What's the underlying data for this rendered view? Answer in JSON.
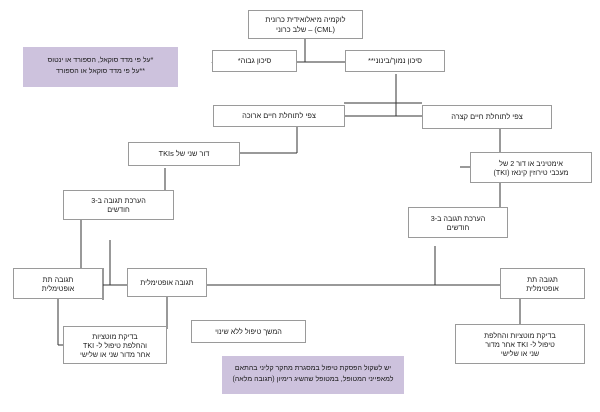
{
  "diagram": {
    "title": "CML chronic phase treatment algorithm",
    "language": "he",
    "type": "flowchart",
    "colors": {
      "box_border": "#9a9a9a",
      "box_fill": "#ffffff",
      "note_fill": "#cdc2dd",
      "connector": "#333333",
      "text": "#1a1a1a"
    },
    "nodes": {
      "root": {
        "line1": "לוקמיה מיאלואידית כרונית",
        "line2": "(CML) – שלב כרוני"
      },
      "risk_high": "סיכון גבוה*",
      "risk_low_intermediate": "סיכון נמוך/בינוני**",
      "life_expectancy_long": "צפי לתוחלת חיים ארוכה",
      "life_expectancy_short": "צפי לתוחלת חיים קצרה",
      "second_gen_tkis": "דור שני של TKIs",
      "imatinib_or_2nd_gen": {
        "line1": "אימטיניב או דור 2 של",
        "line2": "מעכבי טירוזין קינאז (TKI)"
      },
      "assess_left": {
        "line1": "הערכת תגובה ב-3",
        "line2": "חודשים"
      },
      "assess_right": {
        "line1": "הערכת תגובה ב-3",
        "line2": "חודשים"
      },
      "suboptimal_left": {
        "line1": "תגובה תת",
        "line2": "אופטימלית"
      },
      "optimal": "תגובה אופטימלית",
      "suboptimal_right": {
        "line1": "תגובה תת",
        "line2": "אופטימלית"
      },
      "action_left": {
        "line1": "בדיקת מוטציות",
        "line2": "והחלפת טיפול ל- TKI",
        "line3": "אחר מדור שני או שלישי"
      },
      "action_middle": "המשך טיפול ללא שינוי",
      "action_right": {
        "line1": "בדיקת מוטציות והחלפת",
        "line2": "טיפול ל- TKI אחר מדור",
        "line3": "שני או שלישי"
      }
    },
    "notes": {
      "legend": {
        "line1": "*על פי מדד סוקאל, הספורד או ינטוס",
        "line2": "**על פי מדד סוקאל או הספורד"
      },
      "footer": {
        "line1": "יש לשקול הפסקת טיפול במסגרת מחקר קליני בהתאם",
        "line2": "למאפייני המטופל, במטופל שהשיג רימיון (תגובה מלאה)"
      }
    }
  }
}
